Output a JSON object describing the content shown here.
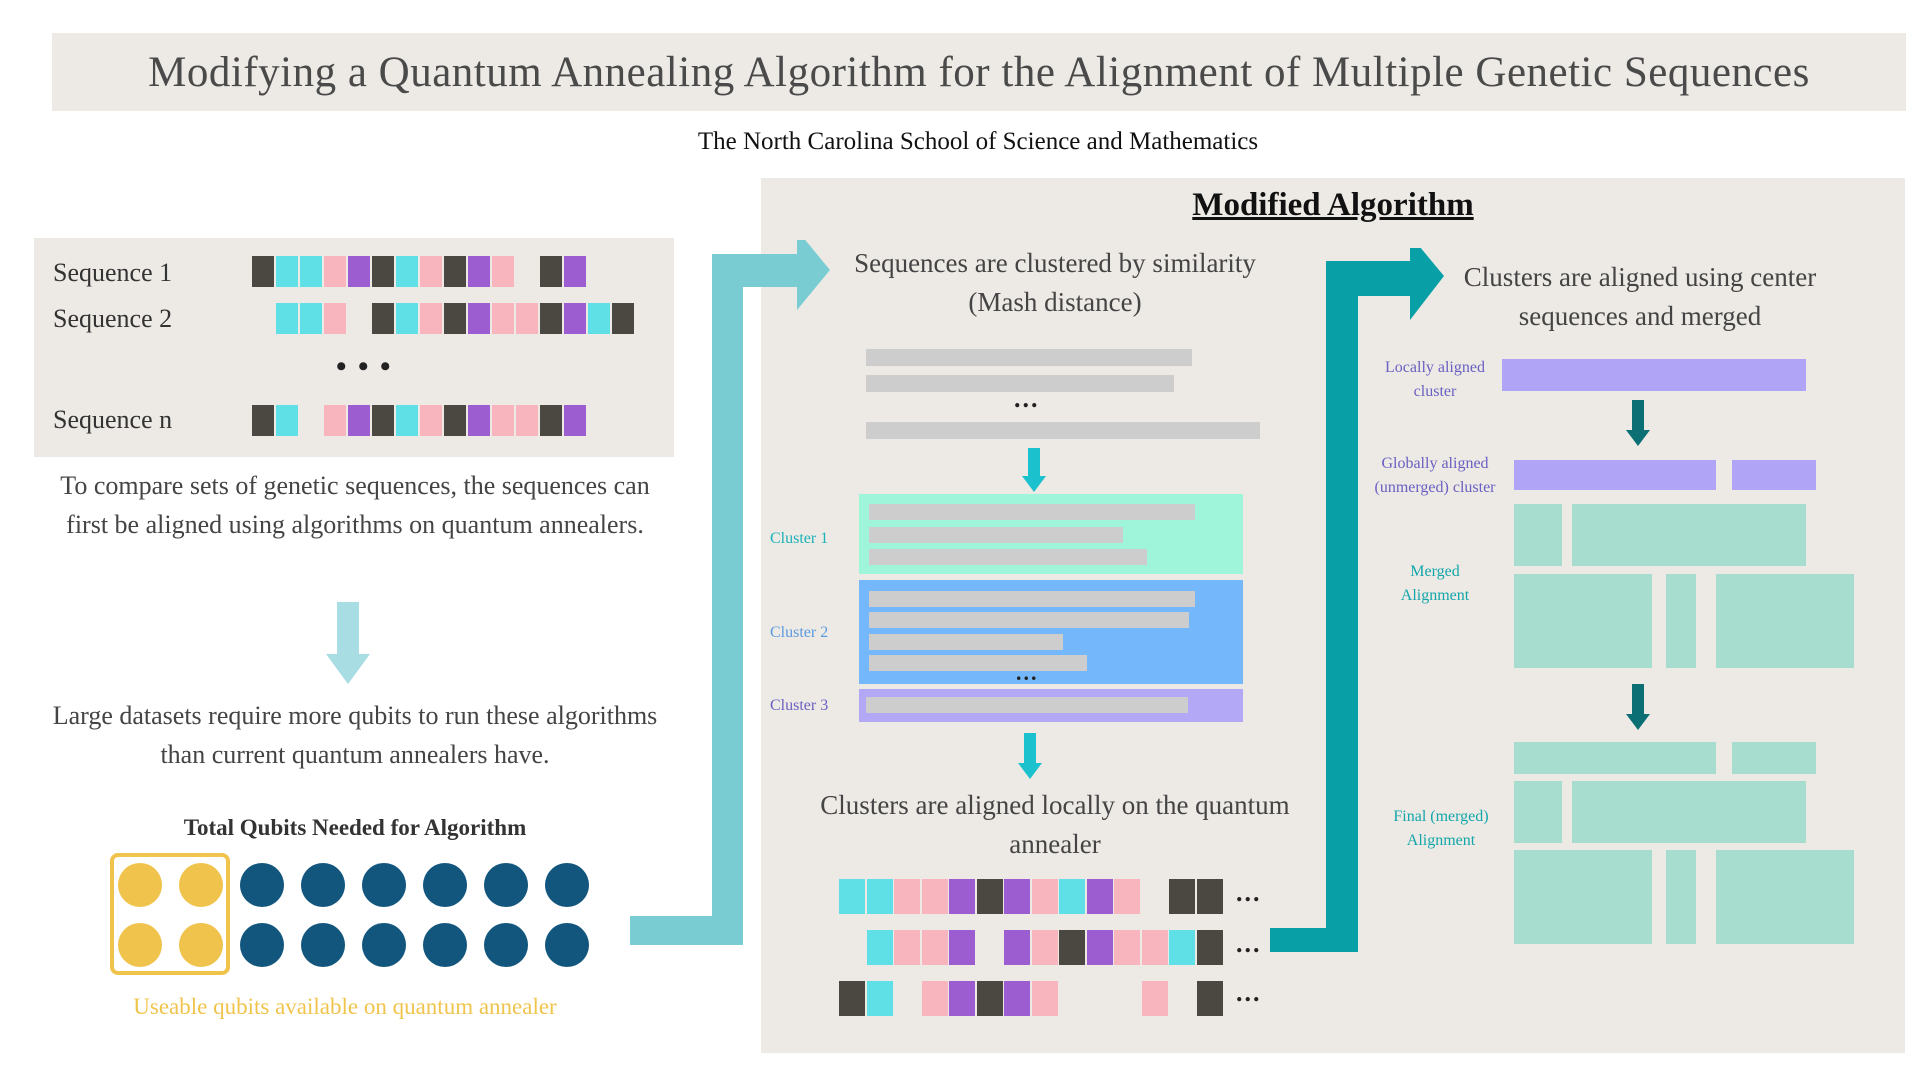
{
  "header": {
    "title": "Modifying a Quantum Annealing Algorithm for the Alignment of Multiple Genetic Sequences",
    "subtitle": "The North Carolina School of Science and Mathematics"
  },
  "left": {
    "sequences": [
      {
        "label": "Sequence 1",
        "cells": [
          "gray",
          "cyan",
          "cyan",
          "pink",
          "purple",
          "gray",
          "cyan",
          "pink",
          "gray",
          "purple",
          "pink",
          "none",
          "gray",
          "purple"
        ]
      },
      {
        "label": "Sequence 2",
        "cells": [
          "none",
          "cyan",
          "cyan",
          "pink",
          "none",
          "gray",
          "cyan",
          "pink",
          "gray",
          "purple",
          "pink",
          "pink",
          "gray",
          "purple",
          "cyan",
          "gray"
        ]
      },
      {
        "label": "Sequence n",
        "cells": [
          "gray",
          "cyan",
          "none",
          "pink",
          "purple",
          "gray",
          "cyan",
          "pink",
          "gray",
          "purple",
          "pink",
          "pink",
          "gray",
          "purple"
        ]
      }
    ],
    "sequence_ellipsis": "• • •",
    "intro_text": "To compare sets of genetic sequences, the sequences can first be aligned using algorithms on quantum annealers.",
    "problem_text": "Large datasets require more qubits to run these algorithms than current quantum annealers have.",
    "qubits": {
      "heading": "Total Qubits Needed for Algorithm",
      "caption": "Useable qubits available on quantum annealer",
      "total": 16,
      "available": 4
    }
  },
  "modified": {
    "heading": "Modified Algorithm",
    "step1": {
      "text": "Sequences are clustered by similarity (Mash distance)",
      "ellipsis": "..."
    },
    "clusters": [
      {
        "label": "Cluster 1",
        "color": "#9ff5d9",
        "label_color": "#1ab2b8"
      },
      {
        "label": "Cluster 2",
        "color": "#74b8fb",
        "label_color": "#5b9ae0"
      },
      {
        "label": "Cluster 3",
        "color": "#b3a8f6",
        "label_color": "#6a5fc2"
      }
    ],
    "cluster_ellipsis": "...",
    "step2": {
      "text": "Clusters are aligned locally on the quantum annealer",
      "row_ellipsis": "..."
    },
    "step3": {
      "text": "Clusters are aligned using center sequences and merged",
      "locally_aligned_label": "Locally aligned cluster",
      "globally_aligned_label": "Globally aligned (unmerged) cluster",
      "merged_label": "Merged Alignment",
      "final_label": "Final  (merged) Alignment"
    }
  },
  "colors": {
    "cyan": "#5ee0e6",
    "pink": "#f9b5be",
    "purple": "#9b5dd0",
    "gray": "#4b4842",
    "lavender": "#b0a4f6",
    "mint": "#a6ddcf",
    "qubit_blue": "#12567e",
    "qubit_yellow": "#f0c44c",
    "arrow_teal_light": "#79cdd2",
    "arrow_teal_dark": "#08a0a6",
    "arrow_small_cyan": "#1bc2ce",
    "arrow_dark": "#0b6f73"
  }
}
